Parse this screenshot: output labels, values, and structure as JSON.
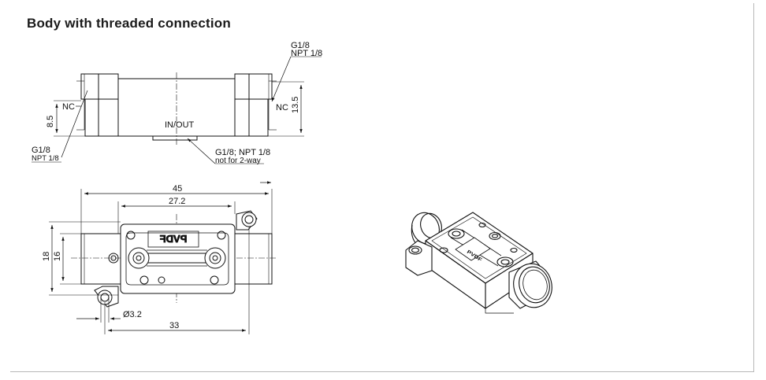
{
  "section_title": "Body with threaded connection",
  "side_view": {
    "port_top_right_line1": "G1/8",
    "port_top_right_line2": "NPT 1/8",
    "label_nc_left": "NC",
    "label_nc_right": "NC",
    "label_in_out": "IN/OUT",
    "dim_height_left": "8.5",
    "dim_height_right": "13.5",
    "port_bottom_left_line1": "G1/8",
    "port_bottom_left_line2": "NPT 1/8",
    "port_bottom_center_line1": "G1/8; NPT 1/8",
    "port_bottom_center_line2": "not for 2-way"
  },
  "top_view": {
    "dim_total_width": "45",
    "dim_inner_width": "27.2",
    "dim_outer_height": "18",
    "dim_inner_height": "16",
    "dim_hole_diameter": "Ø3.2",
    "dim_hole_spacing": "33",
    "logo_text": "PVDF"
  },
  "iso_view": {
    "logo_text": "PVDF"
  }
}
